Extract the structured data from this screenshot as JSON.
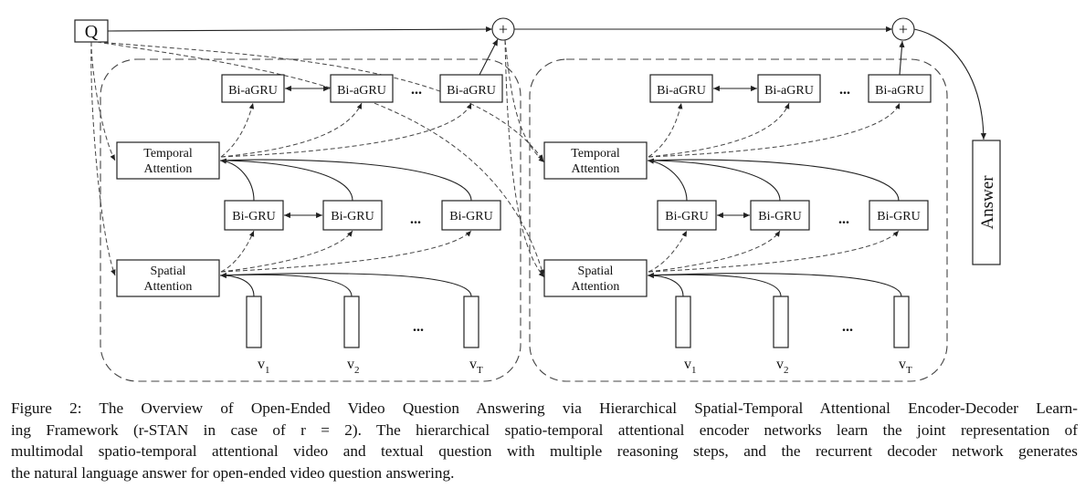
{
  "diagram": {
    "question_label": "Q",
    "plus_symbol": "+",
    "answer_label": "Answer",
    "ellipsis": "...",
    "modules": [
      {
        "temporal_attention": [
          "Temporal",
          "Attention"
        ],
        "spatial_attention": [
          "Spatial",
          "Attention"
        ],
        "agru_labels": [
          "Bi-aGRU",
          "Bi-aGRU",
          "Bi-aGRU"
        ],
        "gru_labels": [
          "Bi-GRU",
          "Bi-GRU",
          "Bi-GRU"
        ],
        "frames": [
          {
            "base": "v",
            "sub": "1"
          },
          {
            "base": "v",
            "sub": "2"
          },
          {
            "base": "v",
            "sub": "T"
          }
        ]
      },
      {
        "temporal_attention": [
          "Temporal",
          "Attention"
        ],
        "spatial_attention": [
          "Spatial",
          "Attention"
        ],
        "agru_labels": [
          "Bi-aGRU",
          "Bi-aGRU",
          "Bi-aGRU"
        ],
        "gru_labels": [
          "Bi-GRU",
          "Bi-GRU",
          "Bi-GRU"
        ],
        "frames": [
          {
            "base": "v",
            "sub": "1"
          },
          {
            "base": "v",
            "sub": "2"
          },
          {
            "base": "v",
            "sub": "T"
          }
        ]
      }
    ]
  },
  "caption": {
    "lines": [
      "Figure 2: The Overview of Open-Ended Video Question Answering via Hierarchical Spatial-Temporal Attentional Encoder-Decoder Learn-",
      "ing Framework (r-STAN in case of r = 2).  The hierarchical spatio-temporal attentional encoder networks learn the joint representation of",
      "multimodal spatio-temporal attentional video and textual question with multiple reasoning steps, and the recurrent decoder network generates",
      "the natural language answer for open-ended video question answering."
    ]
  }
}
